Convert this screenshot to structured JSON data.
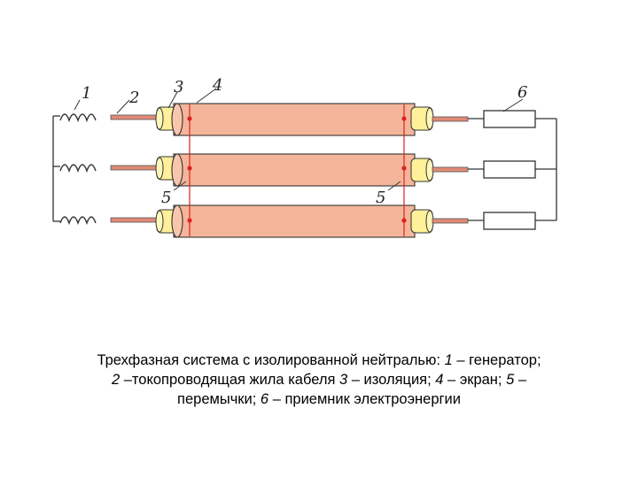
{
  "labels": {
    "generator": "1",
    "core": "2",
    "insulation": "3",
    "screen": "4",
    "jumper_left": "5",
    "jumper_right": "5",
    "receiver": "6"
  },
  "caption": {
    "line1_a": "Трехфазная система с изолированной нейтралью: ",
    "n1": "1",
    "line1_b": " – генератор;",
    "n2": "2",
    "line2_a": " –токопроводящая жила  кабеля ",
    "n3": "3",
    "line2_b": " – изоляция; ",
    "n4": "4",
    "line2_c": " – экран; ",
    "n5": "5",
    "line2_d": " –",
    "line3_a": "перемычки; ",
    "n6": "6",
    "line3_b": " –  приемник электроэнергии"
  },
  "colors": {
    "screen": "#f4b59a",
    "insulation": "#fff099",
    "core": "#e08a75",
    "jumper": "#dd2222",
    "wire": "#333333"
  }
}
